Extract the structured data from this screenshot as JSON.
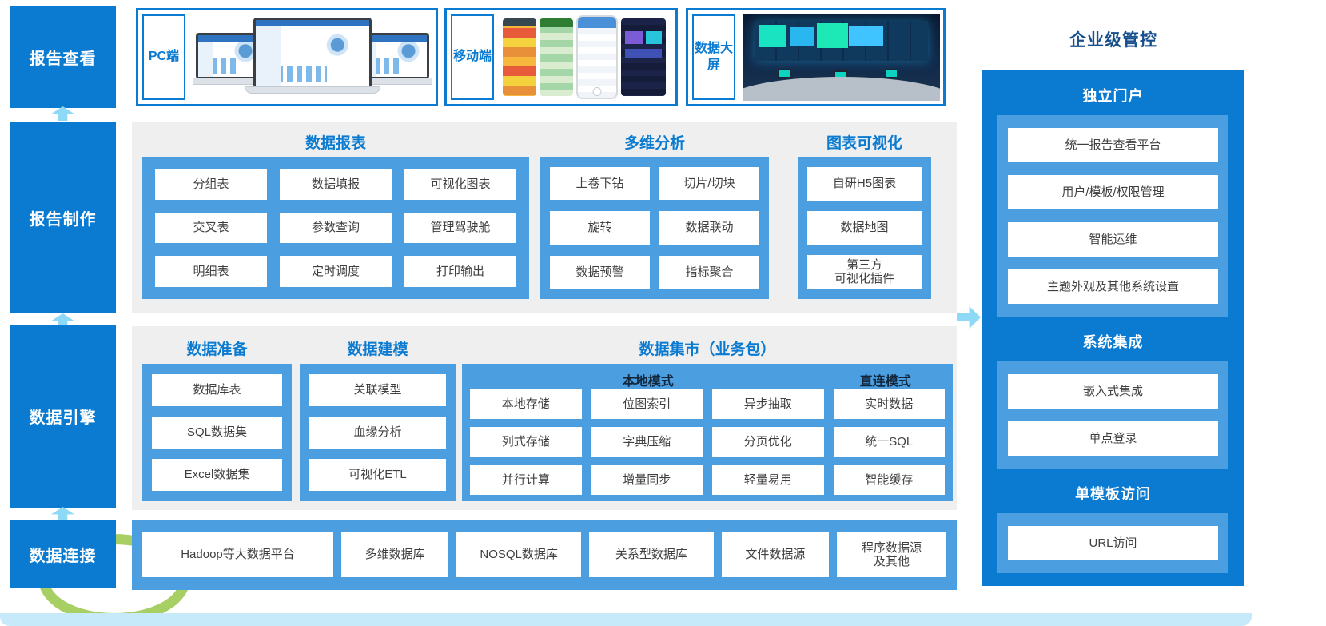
{
  "left_nav": {
    "items": [
      "报告查看",
      "报告制作",
      "数据引擎",
      "数据连接"
    ]
  },
  "viewing": {
    "pc_label": "PC端",
    "mobile_label": "移动端",
    "bigscreen_label": "数据大屏"
  },
  "report_creation": {
    "report_title": "数据报表",
    "report_items": [
      "分组表",
      "数据填报",
      "可视化图表",
      "交叉表",
      "参数查询",
      "管理驾驶舱",
      "明细表",
      "定时调度",
      "打印输出"
    ],
    "olap_title": "多维分析",
    "olap_items": [
      "上卷下钻",
      "切片/切块",
      "旋转",
      "数据联动",
      "数据预警",
      "指标聚合"
    ],
    "chart_title": "图表可视化",
    "chart_items": [
      "自研H5图表",
      "数据地图",
      "第三方\n可视化插件"
    ]
  },
  "data_engine": {
    "prep_title": "数据准备",
    "prep_items": [
      "数据库表",
      "SQL数据集",
      "Excel数据集"
    ],
    "model_title": "数据建模",
    "model_items": [
      "关联模型",
      "血缘分析",
      "可视化ETL"
    ],
    "mart_title": "数据集市（业务包）",
    "mart_local_label": "本地模式",
    "mart_direct_label": "直连模式",
    "mart_items": [
      "本地存储",
      "位图索引",
      "异步抽取",
      "实时数据",
      "列式存储",
      "字典压缩",
      "分页优化",
      "统一SQL",
      "并行计算",
      "增量同步",
      "轻量易用",
      "智能缓存"
    ]
  },
  "data_connection": {
    "items": [
      "Hadoop等大数据平台",
      "多维数据库",
      "NOSQL数据库",
      "关系型数据库",
      "文件数据源",
      "程序数据源\n及其他"
    ]
  },
  "enterprise": {
    "title": "企业级管控",
    "groups": [
      {
        "title": "独立门户",
        "items": [
          "统一报告查看平台",
          "用户/模板/权限管理",
          "智能运维",
          "主题外观及其他系统设置"
        ]
      },
      {
        "title": "系统集成",
        "items": [
          "嵌入式集成",
          "单点登录"
        ]
      },
      {
        "title": "单模板访问",
        "items": [
          "URL访问"
        ]
      }
    ]
  },
  "icons": {
    "flow_up_arrow": "up-arrow-shape",
    "flow_right_arrow": "right-arrow-shape"
  },
  "colors": {
    "primary_blue": "#0b7bd1",
    "container_blue": "#4b9fe0",
    "panel_gray": "#efefef",
    "arrow_light_blue": "#8ed9f6",
    "title_navy": "#174f8c",
    "decor_green": "#9fca52",
    "bottom_band_blue": "#c6eafa"
  }
}
